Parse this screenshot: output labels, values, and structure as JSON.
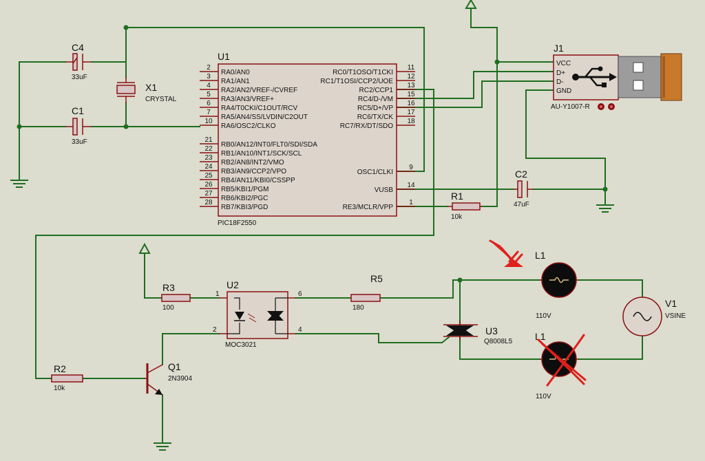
{
  "colors": {
    "background": "#dcdccf",
    "wire": "#1e6e1e",
    "part": "#8a1010",
    "annotation": "#e0201a"
  },
  "c4": {
    "ref": "C4",
    "value": "33uF"
  },
  "c1": {
    "ref": "C1",
    "value": "33uF"
  },
  "x1": {
    "ref": "X1",
    "value": "CRYSTAL"
  },
  "u1": {
    "ref": "U1",
    "part": "PIC18F2550",
    "left_pins": [
      {
        "num": "2",
        "label": "RA0/AN0"
      },
      {
        "num": "3",
        "label": "RA1/AN1"
      },
      {
        "num": "4",
        "label": "RA2/AN2/VREF-/CVREF"
      },
      {
        "num": "5",
        "label": "RA3/AN3/VREF+"
      },
      {
        "num": "6",
        "label": "RA4/T0CKI/C1OUT/RCV"
      },
      {
        "num": "7",
        "label": "RA5/AN4/SS/LVDIN/C2OUT"
      },
      {
        "num": "10",
        "label": "RA6/OSC2/CLKO"
      },
      {
        "num": "21",
        "label": "RB0/AN12/INT0/FLT0/SDI/SDA"
      },
      {
        "num": "22",
        "label": "RB1/AN10/INT1/SCK/SCL"
      },
      {
        "num": "23",
        "label": "RB2/AN8/INT2/VMO"
      },
      {
        "num": "24",
        "label": "RB3/AN9/CCP2/VPO"
      },
      {
        "num": "25",
        "label": "RB4/AN11/KBI0/CSSPP"
      },
      {
        "num": "26",
        "label": "RB5/KBI1/PGM"
      },
      {
        "num": "27",
        "label": "RB6/KBI2/PGC"
      },
      {
        "num": "28",
        "label": "RB7/KBI3/PGD"
      }
    ],
    "right_pins": [
      {
        "num": "11",
        "label": "RC0/T1OSO/T1CKI"
      },
      {
        "num": "12",
        "label": "RC1/T1OSI/CCP2/UOE"
      },
      {
        "num": "13",
        "label": "RC2/CCP1"
      },
      {
        "num": "15",
        "label": "RC4/D-/VM"
      },
      {
        "num": "16",
        "label": "RC5/D+/VP"
      },
      {
        "num": "17",
        "label": "RC6/TX/CK"
      },
      {
        "num": "18",
        "label": "RC7/RX/DT/SDO"
      },
      {
        "num": "9",
        "label": "OSC1/CLKI"
      },
      {
        "num": "14",
        "label": "VUSB"
      },
      {
        "num": "1",
        "label": "RE3/MCLR/VPP"
      }
    ]
  },
  "j1": {
    "ref": "J1",
    "part": "AU-Y1007-R",
    "pins": [
      "VCC",
      "D+",
      "D-",
      "GND"
    ]
  },
  "c2": {
    "ref": "C2",
    "value": "47uF"
  },
  "r1": {
    "ref": "R1",
    "value": "10k"
  },
  "r3": {
    "ref": "R3",
    "value": "100"
  },
  "u2": {
    "ref": "U2",
    "part": "MOC3021",
    "pins": [
      "1",
      "2",
      "6",
      "4"
    ]
  },
  "r5": {
    "ref": "R5",
    "value": "180"
  },
  "u3": {
    "ref": "U3",
    "part": "Q8008L5"
  },
  "l1_top": {
    "ref": "L1",
    "value": "110V"
  },
  "l1_bottom": {
    "ref": "L1",
    "value": "110V"
  },
  "v1": {
    "ref": "V1",
    "value": "VSINE"
  },
  "r2": {
    "ref": "R2",
    "value": "10k"
  },
  "q1": {
    "ref": "Q1",
    "value": "2N3904"
  }
}
